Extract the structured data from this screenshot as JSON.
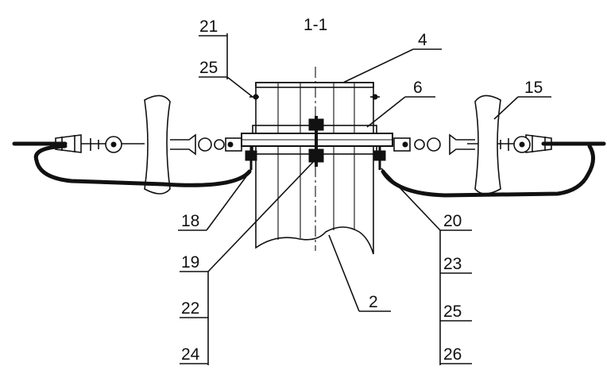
{
  "section_label": "1-1",
  "labels": {
    "l21": "21",
    "l25a": "25",
    "l4": "4",
    "l6": "6",
    "l15": "15",
    "l18": "18",
    "l19": "19",
    "l22": "22",
    "l24": "24",
    "l2": "2",
    "l20": "20",
    "l23": "23",
    "l25b": "25",
    "l26": "26"
  }
}
